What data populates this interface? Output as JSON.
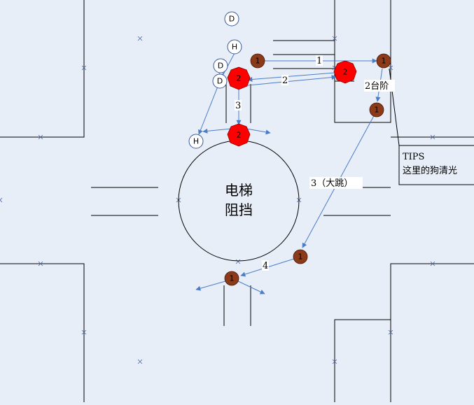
{
  "elevator": {
    "line1": "电梯",
    "line2": "阻挡"
  },
  "tips": {
    "title": "TIPS",
    "text": "这里的狗清光"
  },
  "edge_labels": {
    "e1": "1",
    "e2": "2",
    "e3": "3",
    "e2_stairs": "2台阶",
    "e3_jump": "3（大跳）",
    "e4": "4"
  },
  "nodes": {
    "d_top": "D",
    "h_top": "H",
    "d_mid1": "D",
    "d_mid2": "D",
    "h_left": "H",
    "red_a": "2",
    "red_b": "2",
    "red_c": "2",
    "brown_1": "1",
    "brown_2": "1",
    "brown_3": "1",
    "brown_4": "1",
    "brown_5": "1"
  },
  "colors": {
    "background": "#e8eef8",
    "wall": "#000000",
    "arrow": "#4a7cc7",
    "red_marker": "#ff0000",
    "brown_marker": "#8b3a1a",
    "outline_marker": "#3b5998"
  }
}
